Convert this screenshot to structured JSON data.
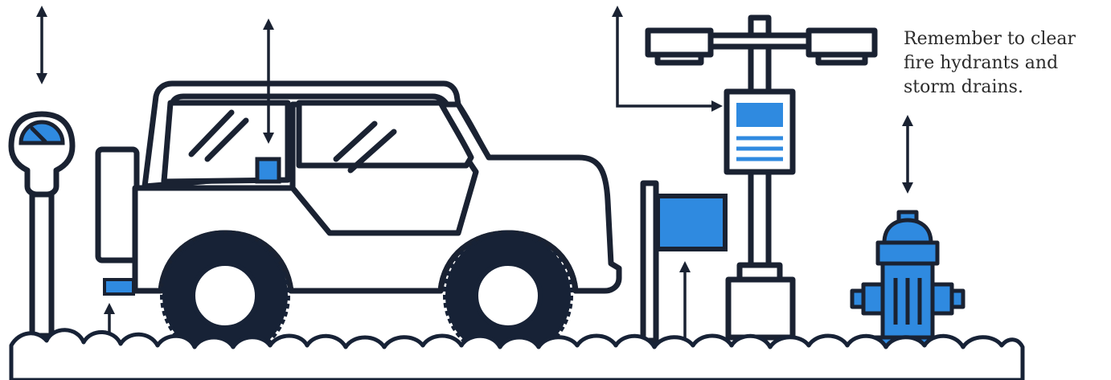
{
  "reminder": {
    "lines": [
      "Remember to clear",
      "fire hydrants and",
      "storm drains."
    ]
  },
  "colors": {
    "accent": "#2f8ae0",
    "outline": "#1a2232",
    "tire": "#172236",
    "background": "#ffffff"
  },
  "objects": [
    {
      "name": "parking-meter",
      "icon": "parking-meter-icon"
    },
    {
      "name": "jeep",
      "icon": "jeep-icon"
    },
    {
      "name": "street-light",
      "icon": "street-light-icon"
    },
    {
      "name": "street-sign",
      "icon": "sign-icon"
    },
    {
      "name": "mailbox-flag",
      "icon": "flag-icon"
    },
    {
      "name": "fire-hydrant",
      "icon": "fire-hydrant-icon"
    },
    {
      "name": "snow-ground",
      "icon": "snow-icon"
    }
  ]
}
